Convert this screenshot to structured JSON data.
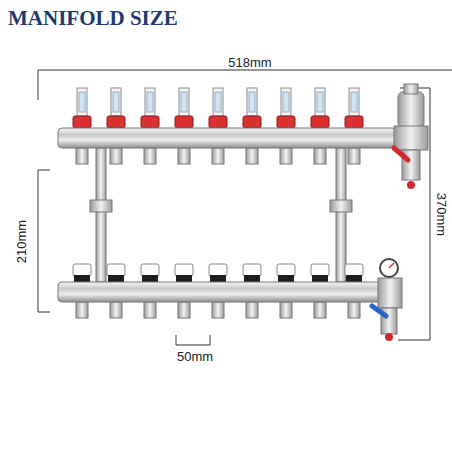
{
  "diagram": {
    "title": "MANIFOLD SIZE",
    "labels": [
      "518mm",
      "210mm",
      "370mm",
      "50mm"
    ]
  }
}
